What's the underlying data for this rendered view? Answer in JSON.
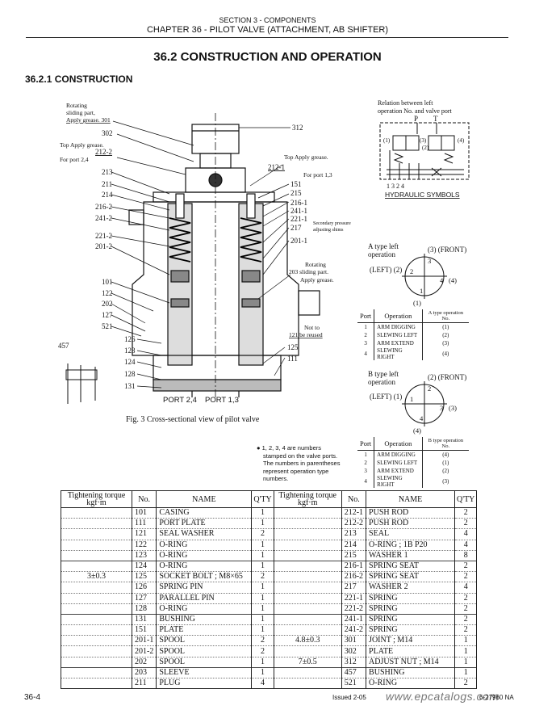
{
  "header": {
    "section": "SECTION 3 - COMPONENTS",
    "chapter": "CHAPTER 36 - PILOT VALVE (ATTACHMENT, AB SHIFTER)"
  },
  "title": "36.2  CONSTRUCTION AND OPERATION",
  "subtitle": "36.2.1  CONSTRUCTION",
  "figure": {
    "caption": "Fig. 3  Cross-sectional view of pilot valve",
    "callouts_left": [
      "302",
      "213",
      "211",
      "214",
      "216-2",
      "241-2",
      "221-2",
      "201-2",
      "101",
      "122",
      "202",
      "127",
      "521",
      "126",
      "123",
      "124",
      "128",
      "131",
      "457"
    ],
    "rotating_note_top": [
      "Rotating",
      "sliding part,",
      "Apply grease. 301"
    ],
    "top_apply_grease": "Top Apply grease.",
    "label_212_2": "212-2",
    "for_port_24": "For port 2,4",
    "label_312": "312",
    "top_apply_grease_right": "Top Apply grease.",
    "label_212_1": "212-1",
    "for_port_13": "For port 1,3",
    "callouts_right": [
      "151",
      "215",
      "216-1",
      "241-1",
      "221-1",
      "217",
      "201-1",
      "125",
      "111"
    ],
    "secondary_pressure": [
      "Secondary pressure",
      "adjusting shims"
    ],
    "rotating_note_right": [
      "Rotating",
      "203 sliding part.",
      "Apply grease."
    ],
    "not_reused": [
      "Not to",
      "121 be reused"
    ],
    "port_24": "PORT 2,4",
    "port_13": "PORT 1,3"
  },
  "hydraulic": {
    "relation": [
      "Relation between left",
      "operation No. and valve port"
    ],
    "p": "P",
    "t": "T",
    "port_labels": [
      "(1)",
      "(3)",
      "(2)",
      "(4)"
    ],
    "numbers": "1 3 2 4",
    "symbols_title": "HYDRAULIC SYMBOLS"
  },
  "a_type": {
    "title": [
      "A type left",
      "operation"
    ],
    "front": "(3) (FRONT)",
    "left": "(LEFT) (2)",
    "n1": "1",
    "n2": "2",
    "n3": "3",
    "n4": "4",
    "p1": "(1)",
    "p4": "(4)",
    "table": {
      "headers": [
        "Port",
        "Operation",
        "A type operation No."
      ],
      "rows": [
        [
          "1",
          "ARM DIGGING",
          "(1)"
        ],
        [
          "2",
          "SLEWING LEFT",
          "(2)"
        ],
        [
          "3",
          "ARM EXTEND",
          "(3)"
        ],
        [
          "4",
          "SLEWING RIGHT",
          "(4)"
        ]
      ]
    }
  },
  "b_type": {
    "title": [
      "B type left",
      "operation"
    ],
    "front": "(2) (FRONT)",
    "left": "(LEFT) (1)",
    "n1": "1",
    "n2": "2",
    "n3": "3",
    "n4": "4",
    "p3": "(3)",
    "p4": "(4)",
    "table": {
      "headers": [
        "Port",
        "Operation",
        "B type operation No."
      ],
      "rows": [
        [
          "1",
          "ARM DIGGING",
          "(4)"
        ],
        [
          "2",
          "SLEWING LEFT",
          "(1)"
        ],
        [
          "3",
          "ARM EXTEND",
          "(2)"
        ],
        [
          "4",
          "SLEWING RIGHT",
          "(3)"
        ]
      ]
    }
  },
  "note": [
    "● 1, 2, 3, 4 are numbers",
    "stamped on the valve ports.",
    "The numbers in parentheses",
    "represent operation type",
    "numbers."
  ],
  "parts_table": {
    "headers": [
      "Tightening torque kgf·m",
      "No.",
      "NAME",
      "Q'TY",
      "Tightening torque kgf·m",
      "No.",
      "NAME",
      "Q'TY"
    ],
    "rows": [
      [
        "",
        "101",
        "CASING",
        "1",
        "",
        "212-1",
        "PUSH ROD",
        "2"
      ],
      [
        "",
        "111",
        "PORT PLATE",
        "1",
        "",
        "212-2",
        "PUSH ROD",
        "2"
      ],
      [
        "",
        "121",
        "SEAL WASHER",
        "2",
        "",
        "213",
        "SEAL",
        "4"
      ],
      [
        "",
        "122",
        "O-RING",
        "1",
        "",
        "214",
        "O-RING ; 1B   P20",
        "4"
      ],
      [
        "",
        "123",
        "O-RING",
        "1",
        "",
        "215",
        "WASHER 1",
        "8"
      ],
      [
        "",
        "124",
        "O-RING",
        "1",
        "",
        "216-1",
        "SPRING SEAT",
        "2"
      ],
      [
        "3±0.3",
        "125",
        "SOCKET BOLT ; M8×65",
        "2",
        "",
        "216-2",
        "SPRING SEAT",
        "2"
      ],
      [
        "",
        "126",
        "SPRING PIN",
        "1",
        "",
        "217",
        "WASHER 2",
        "4"
      ],
      [
        "",
        "127",
        "PARALLEL PIN",
        "1",
        "",
        "221-1",
        "SPRING",
        "2"
      ],
      [
        "",
        "128",
        "O-RING",
        "1",
        "",
        "221-2",
        "SPRING",
        "2"
      ],
      [
        "",
        "131",
        "BUSHING",
        "1",
        "",
        "241-1",
        "SPRING",
        "2"
      ],
      [
        "",
        "151",
        "PLATE",
        "1",
        "",
        "241-2",
        "SPRING",
        "2"
      ],
      [
        "",
        "201-1",
        "SPOOL",
        "2",
        "4.8±0.3",
        "301",
        "JOINT ; M14",
        "1"
      ],
      [
        "",
        "201-2",
        "SPOOL",
        "2",
        "",
        "302",
        "PLATE",
        "1"
      ],
      [
        "",
        "202",
        "SPOOL",
        "1",
        "7±0.5",
        "312",
        "ADJUST NUT ; M14",
        "1"
      ],
      [
        "",
        "203",
        "SLEEVE",
        "1",
        "",
        "457",
        "BUSHING",
        "1"
      ],
      [
        "",
        "211",
        "PLUG",
        "4",
        "",
        "521",
        "O-RING",
        "2"
      ]
    ]
  },
  "footer": {
    "page": "36-4",
    "issued": "Issued 2-05",
    "watermark": "www.epcatalogs.com",
    "doc_no": "6-27960 NA"
  }
}
